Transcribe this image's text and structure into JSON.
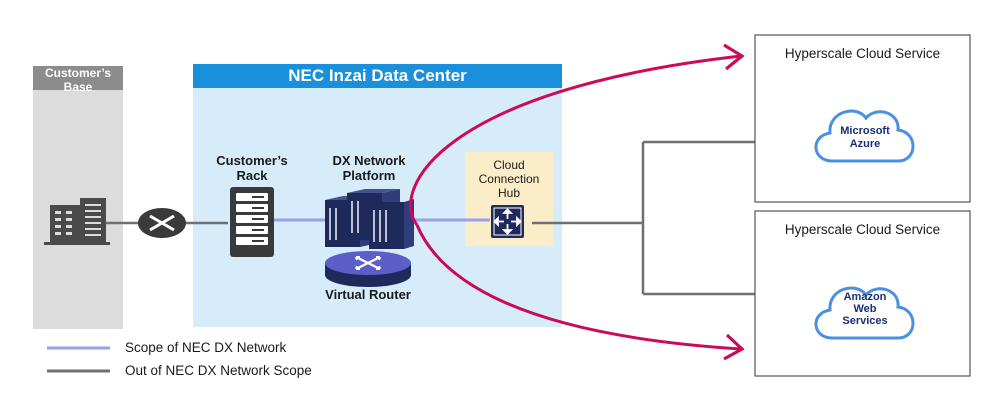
{
  "customer_base": {
    "label": "Customer’s\nBase"
  },
  "data_center": {
    "title": "NEC Inzai Data Center"
  },
  "customers_rack": {
    "label": "Customer’s\nRack"
  },
  "dx_platform": {
    "label": "DX Network\nPlatform"
  },
  "virtual_router": {
    "label": "Virtual Router"
  },
  "cloud_hub": {
    "label": "Cloud\nConnection\nHub"
  },
  "cloud_services": [
    {
      "heading": "Hyperscale Cloud Service",
      "provider": "Microsoft\nAzure"
    },
    {
      "heading": "Hyperscale Cloud Service",
      "provider": "Amazon\nWeb\nServices"
    }
  ],
  "legend": [
    {
      "label": "Scope of NEC DX Network",
      "color": "#9aa0f0"
    },
    {
      "label": "Out of NEC DX Network Scope",
      "color": "#707070"
    }
  ],
  "colors": {
    "dc_fill": "#d6ecfb",
    "dc_header": "#1a8fdc",
    "base_fill": "#dcdcdc",
    "base_header": "#8c8c8c",
    "arrow": "#cc0a5a",
    "navy": "#1f2a5c",
    "hub_fill": "#fbedc7",
    "cloud_stroke": "#4a90e2",
    "cloud_text": "#1a2e7a"
  }
}
